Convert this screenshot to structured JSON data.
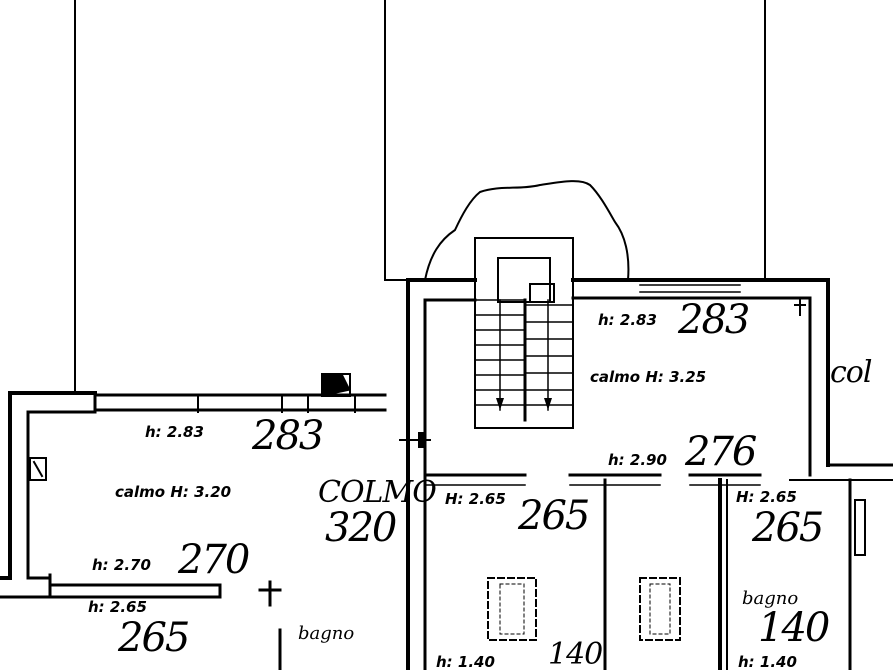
{
  "plan": {
    "labels": {
      "h_283_left": "h: 2.83",
      "hand_283_left": "283",
      "calmo_320": "calmo H: 3.20",
      "colmo_note": "COLMO",
      "hand_320": "320",
      "h_270": "h: 2.70",
      "hand_270": "270",
      "h_265_left": "h: 2.65",
      "hand_265_left": "265",
      "bagno_left": "bagno",
      "h_283_right": "h: 2.83",
      "hand_283_right": "283",
      "calmo_325": "calmo H: 3.25",
      "colmo_edge": "col",
      "h_276": "h: 2.90",
      "hand_276": "276",
      "h_265_mid": "H: 2.65",
      "hand_265_mid": "265",
      "h_265_right": "H: 2.65",
      "hand_265_right": "265",
      "bagno_right": "bagno",
      "hand_140_right": "140",
      "hand_140_mid": "140",
      "h_140_mid": "h: 1.40",
      "h_140_right": "h: 1.40"
    }
  }
}
